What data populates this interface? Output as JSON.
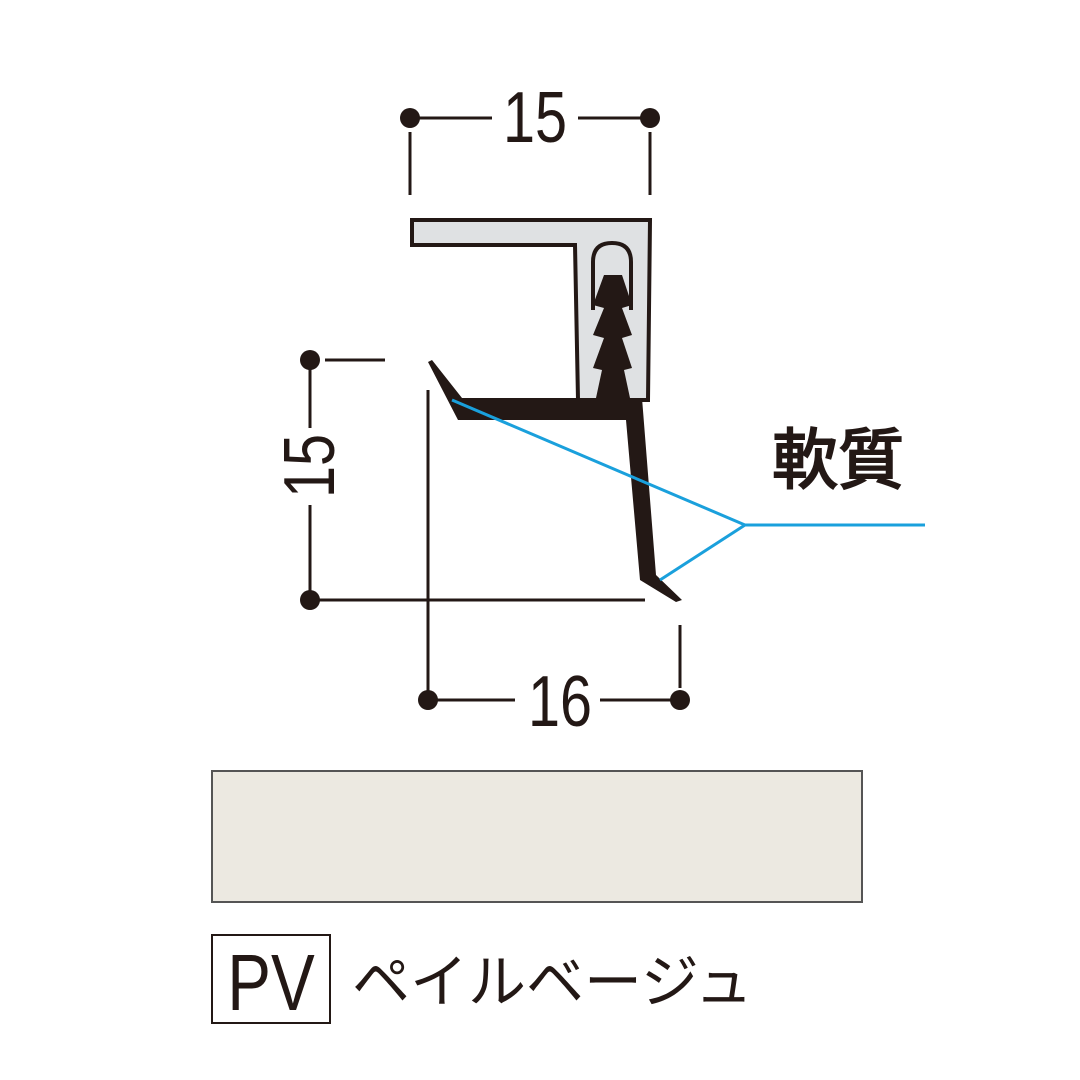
{
  "diagram": {
    "dimension_top": "15",
    "dimension_left": "15",
    "dimension_bottom": "16",
    "material_label": "軟質",
    "leader_color": "#1aa0dc",
    "profile_fill": "#dfe1e3",
    "ink_color": "#231815"
  },
  "color_sample": {
    "swatch_color": "#ece9e1",
    "code": "PV",
    "name": "ペイルベージュ"
  }
}
